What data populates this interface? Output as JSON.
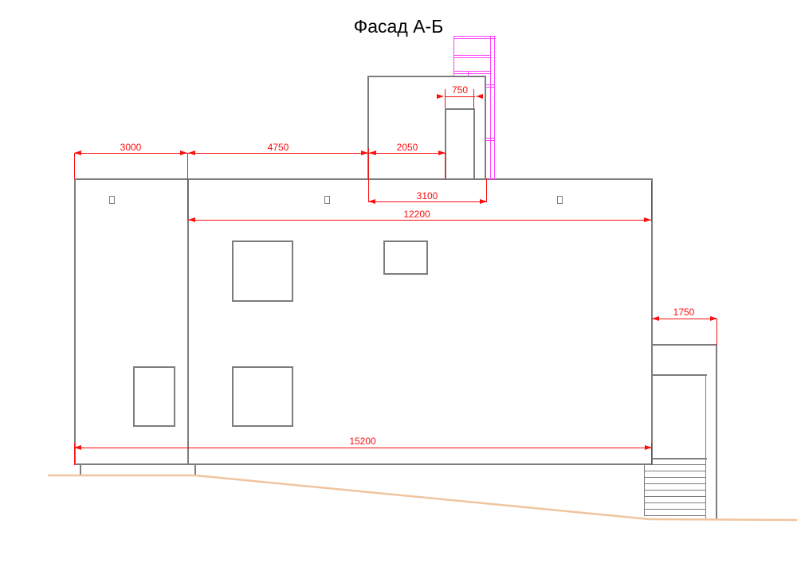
{
  "title": "Фасад А-Б",
  "dimensions": {
    "hatch_width": "750",
    "left_bay_width": "3000",
    "middle_bay_width": "4750",
    "roof_structure_offset": "2050",
    "roof_structure_width": "3100",
    "main_roof_span": "12200",
    "porch_width": "1750",
    "total_width": "15200"
  },
  "colors": {
    "outline": "#7d7d7d",
    "dim": "#fb0f0f",
    "ladder": "#ff40ff",
    "terrain": "#f0c49e",
    "text": "#000000"
  }
}
